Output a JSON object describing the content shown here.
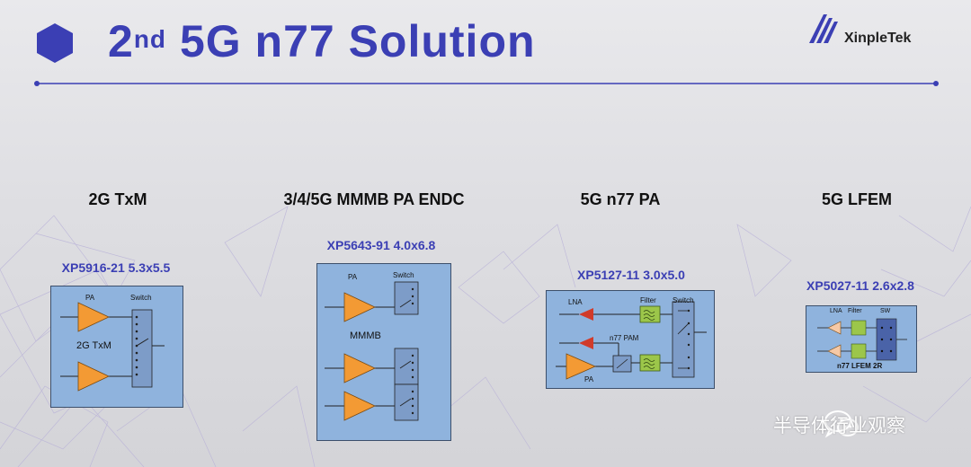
{
  "slide": {
    "title_prefix": "2",
    "title_superscript": "nd",
    "title_main": "5G n77 Solution",
    "accent_color": "#3b3fb4",
    "logo_text": "XinpleTek"
  },
  "products": [
    {
      "category": "2G TxM",
      "part": "XP5916-21 5.3x5.5",
      "labels": {
        "pa": "PA",
        "switch": "Switch",
        "center": "2G TxM"
      }
    },
    {
      "category": "3/4/5G MMMB PA ENDC",
      "part": "XP5643-91 4.0x6.8",
      "labels": {
        "pa": "PA",
        "switch": "Switch",
        "center": "MMMB"
      }
    },
    {
      "category": "5G n77 PA",
      "part": "XP5127-11 3.0x5.0",
      "labels": {
        "lna": "LNA",
        "filter": "Filter",
        "switch": "Switch",
        "center": "n77 PAM",
        "pa": "PA"
      }
    },
    {
      "category": "5G LFEM",
      "part": "XP5027-11 2.6x2.8",
      "labels": {
        "lna": "LNA",
        "filter": "Filter",
        "switch": "SW",
        "center": "n77  LFEM 2R"
      }
    }
  ],
  "watermark": {
    "text": "半导体行业观察",
    "icon": "wechat-icon"
  }
}
